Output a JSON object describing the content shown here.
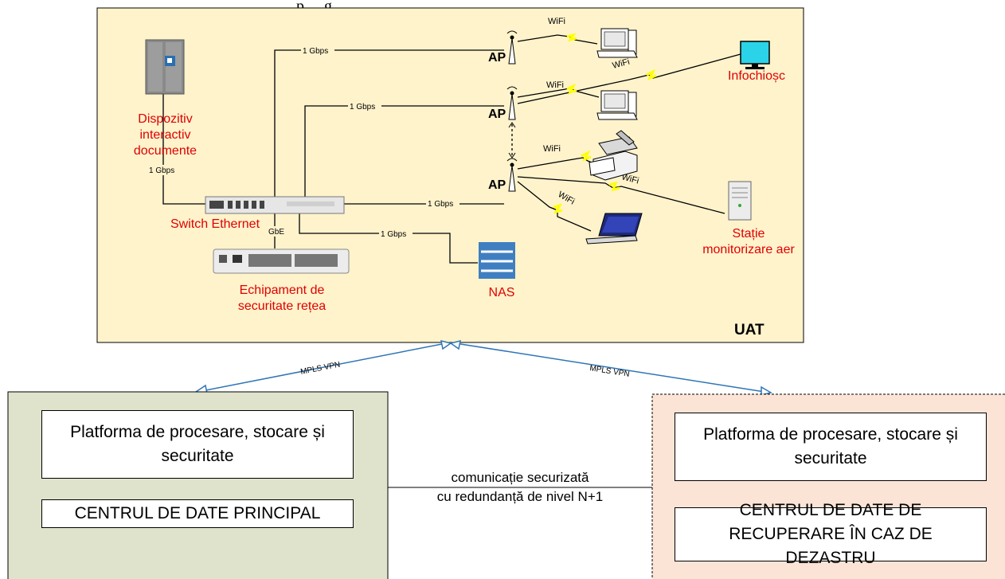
{
  "top_caption": "p ... g",
  "uat": {
    "label": "UAT",
    "devices": {
      "kiosk_doc": "Dispozitiv\ninteractiv\ndocumente",
      "switch": "Switch Ethernet",
      "security": "Echipament de\nsecuritate rețea",
      "nas": "NAS",
      "infochiosc": "Infochioșc",
      "air_station": "Stație\nmonitorizare aer",
      "ap": "AP"
    },
    "links": {
      "gbps": "1 Gbps",
      "gbe": "GbE",
      "wifi": "WiFi"
    }
  },
  "wan": {
    "mpls_vpn": "MPLS VPN"
  },
  "dc_primary": {
    "platform": "Platforma de procesare, stocare și securitate",
    "name": "CENTRUL DE DATE PRINCIPAL",
    "bg": "#dfe3cc"
  },
  "dc_recovery": {
    "platform": "Platforma de procesare, stocare și securitate",
    "name": "CENTRUL DE DATE DE RECUPERARE ÎN CAZ DE DEZASTRU",
    "bg": "#fbe4d6"
  },
  "interconnect": {
    "line1": "comunicație securizată",
    "line2": "cu redundanță de nivel N+1"
  },
  "colors": {
    "uat_bg": "#fff3cc",
    "label_red": "#e00000",
    "mpls_blue": "#2e75b6",
    "wifi_yellow": "#ffff00"
  }
}
